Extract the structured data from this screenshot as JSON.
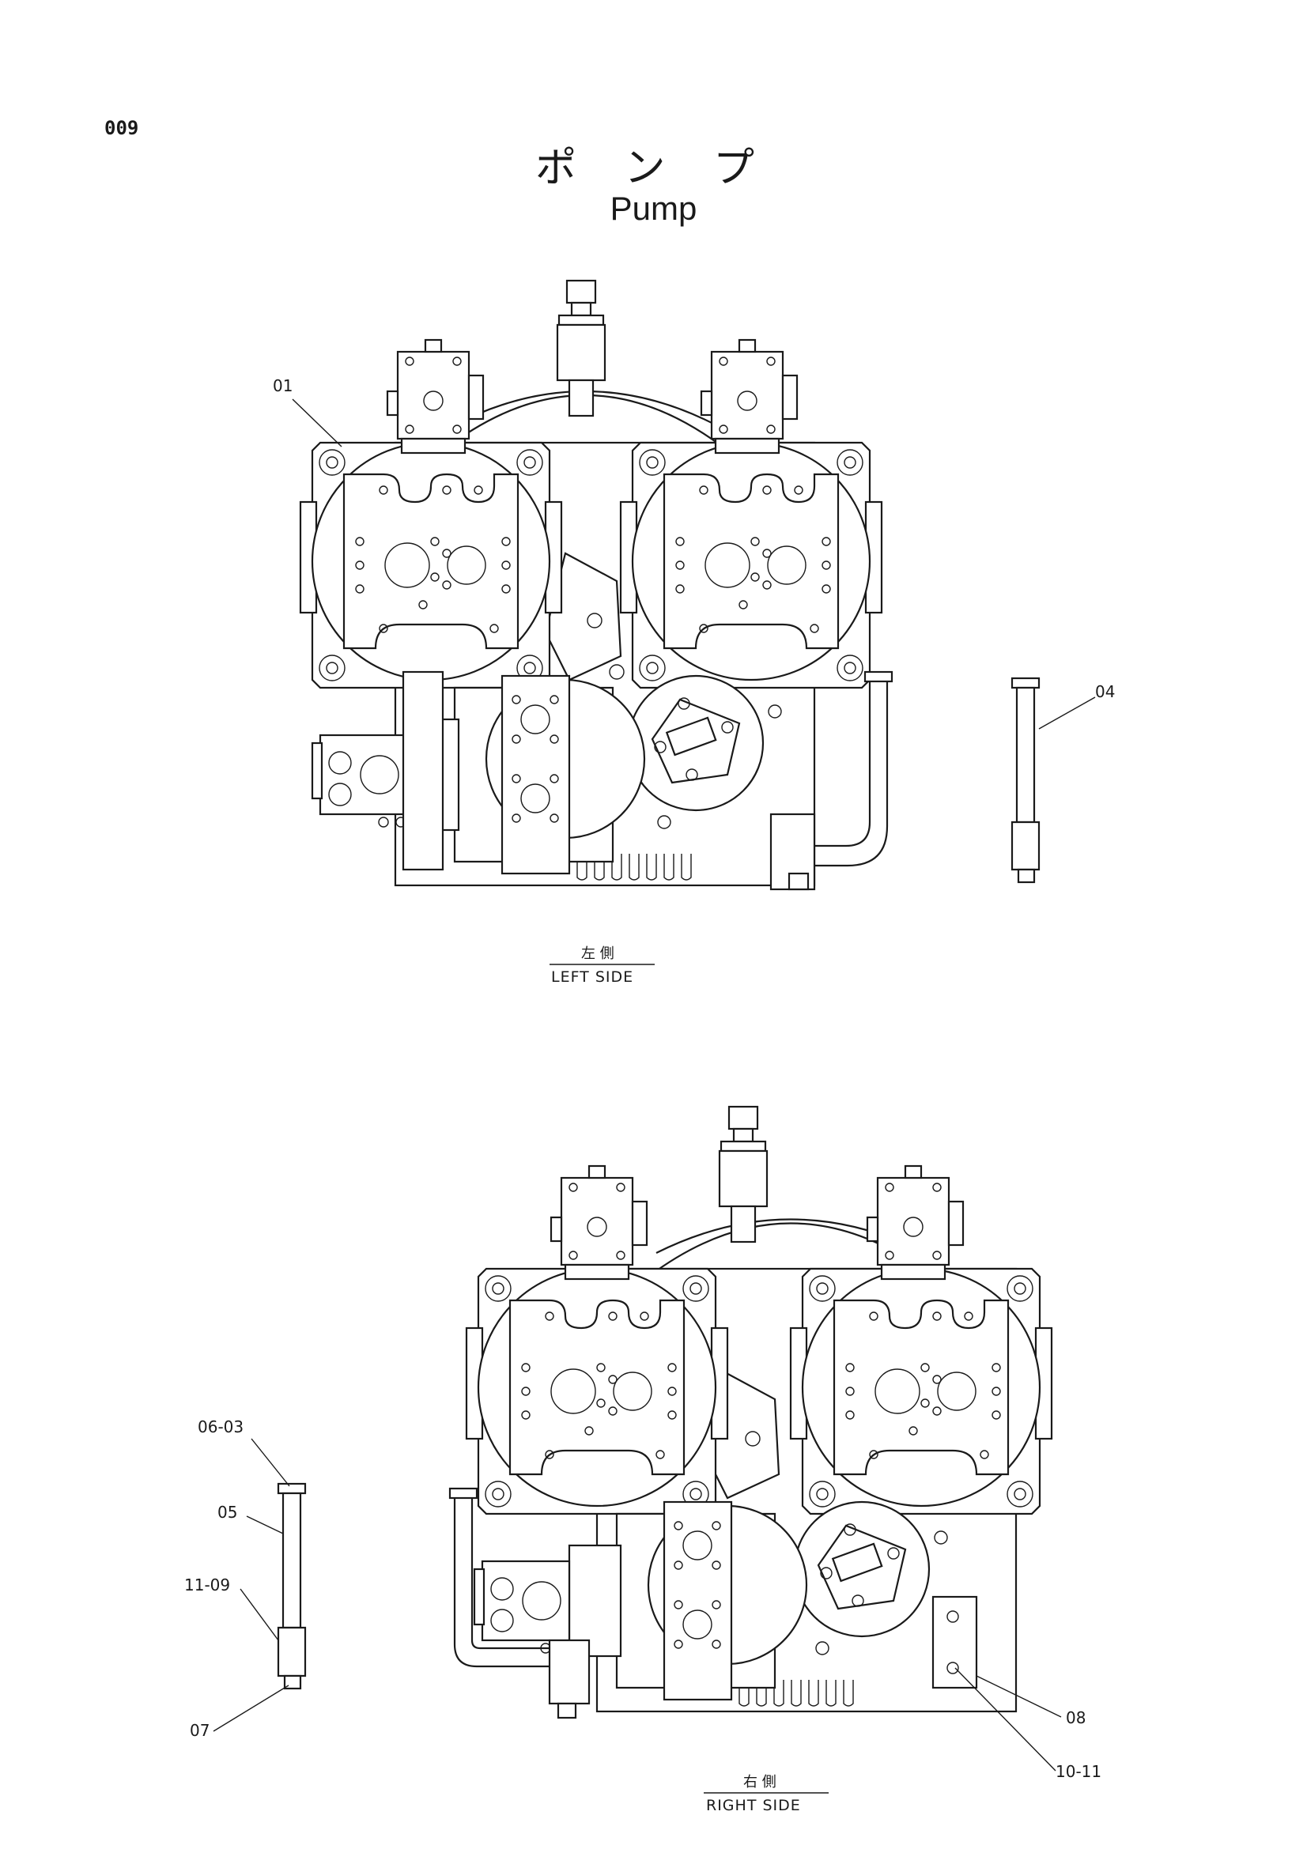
{
  "page_number": "009",
  "title_jp": "ポ ン プ",
  "title_en": "Pump",
  "left_view": {
    "label_jp": "左 側",
    "label_en": "LEFT SIDE",
    "callouts": [
      "01",
      "04"
    ]
  },
  "right_view": {
    "label_jp": "右 側",
    "label_en": "RIGHT SIDE",
    "callouts": [
      "06-03",
      "05",
      "11-09",
      "07",
      "08",
      "10-11"
    ]
  }
}
